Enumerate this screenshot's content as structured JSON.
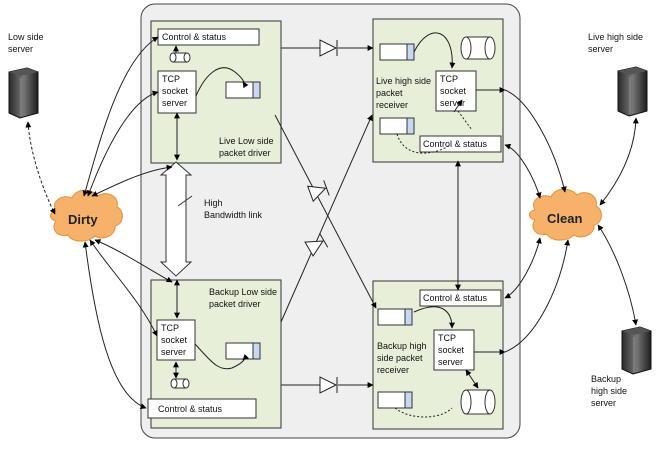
{
  "servers": {
    "low_side": "Low side server",
    "live_high": "Live high side server",
    "backup_high": [
      "Backup",
      "high side",
      "server"
    ]
  },
  "clouds": {
    "dirty": "Dirty",
    "clean": "Clean"
  },
  "control_status": "Control & status",
  "tcp_socket_server": [
    "TCP",
    "socket",
    "server"
  ],
  "live_low_driver": [
    "Live Low side",
    "packet driver"
  ],
  "backup_low_driver": [
    "Backup Low side",
    "packet driver"
  ],
  "live_high_receiver": [
    "Live high side",
    "packet",
    "receiver"
  ],
  "backup_high_receiver": [
    "Backup high",
    "side packet",
    "receiver"
  ],
  "high_bandwidth_link": [
    "High",
    "Bandwidth link"
  ],
  "colors": {
    "box_fill": "#e7efd9",
    "outer_fill": "#efefef",
    "cloud_fill": "#f6b26b"
  }
}
